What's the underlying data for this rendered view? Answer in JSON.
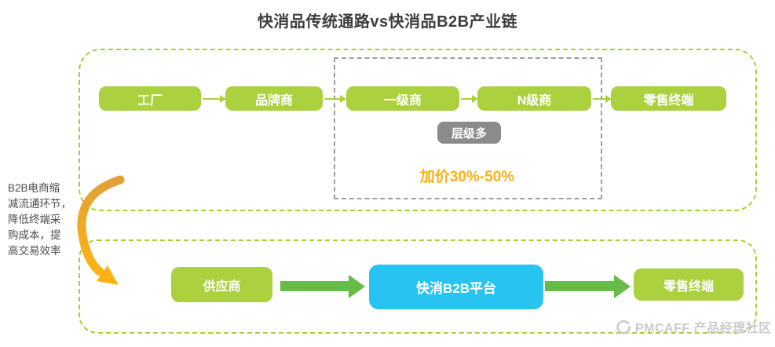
{
  "title": "快消品传统通路vs快消品B2B产业链",
  "traditional": {
    "nodes": [
      {
        "label": "工厂"
      },
      {
        "label": "品牌商"
      },
      {
        "label": "一级商"
      },
      {
        "label": "N级商"
      },
      {
        "label": "零售终端"
      }
    ],
    "highlight": {
      "badge": "层级多",
      "markup_note": "加价30%-50%"
    }
  },
  "b2b": {
    "nodes": [
      {
        "label": "供应商"
      },
      {
        "label": "快消B2B平台"
      },
      {
        "label": "零售终端"
      }
    ]
  },
  "side_note": {
    "lines": [
      "B2B电商缩",
      "减流通环节，",
      "降低终端采",
      "购成本，提",
      "高交易效率"
    ]
  },
  "watermark": {
    "text": "PMCAFF 产品经理社区"
  },
  "icons": {
    "flow_arrow": "right-arrow",
    "reduce_arrow": "curved-down-arrow",
    "logo": "pmcaff-ring"
  },
  "colors": {
    "green_box": "#abd13f",
    "green_border": "#a6ce3b",
    "green_arrow": "#66bc47",
    "cyan": "#29c3f1",
    "gray_border": "#9e9e9e",
    "gray_badge": "#8b8b8b",
    "orange": "#fcb117",
    "orange_dark": "#e2a139",
    "text_dark": "#4d4d4d",
    "watermark_gray": "#cbcbcb",
    "title_color": "#3d3d3d"
  }
}
